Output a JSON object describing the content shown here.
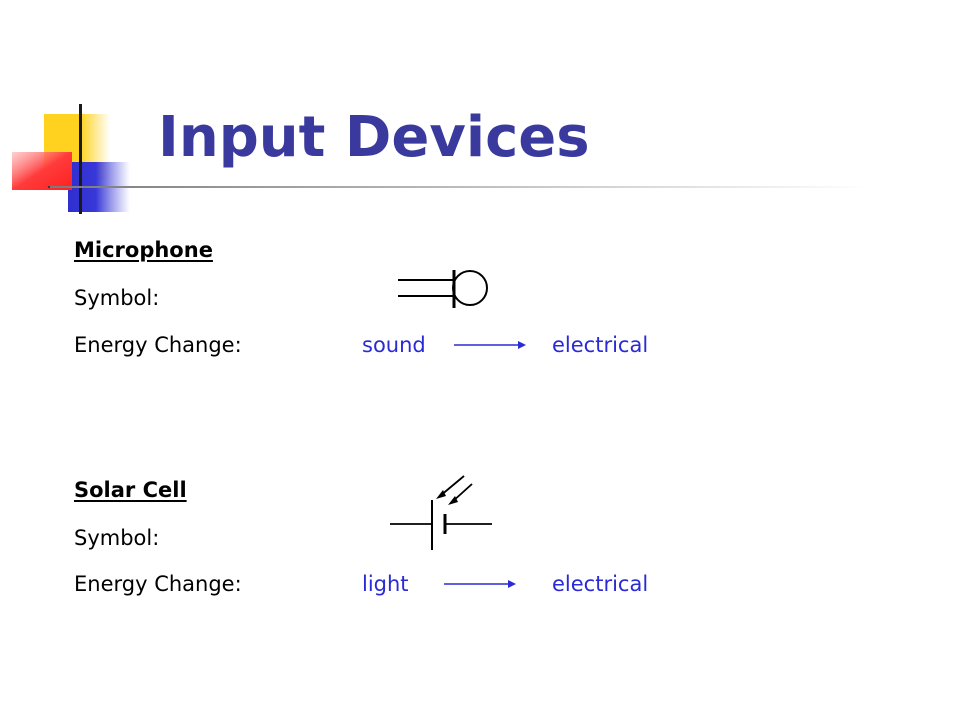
{
  "slide": {
    "title": "Input Devices"
  },
  "sections": [
    {
      "heading": "Microphone",
      "symbol_label": "Symbol:",
      "energy_label": "Energy Change:",
      "from": "sound",
      "to": "electrical",
      "symbol_icon": "microphone-symbol-icon"
    },
    {
      "heading": "Solar Cell",
      "symbol_label": "Symbol:",
      "energy_label": "Energy Change:",
      "from": "light",
      "to": "electrical",
      "symbol_icon": "solar-cell-symbol-icon"
    }
  ],
  "colors": {
    "title": "#3a3a9e",
    "energy_words": "#2a2ad6",
    "logo_yellow": "#ffd21f",
    "logo_blue": "#2f2fd0",
    "logo_red": "#ff3b3b"
  }
}
